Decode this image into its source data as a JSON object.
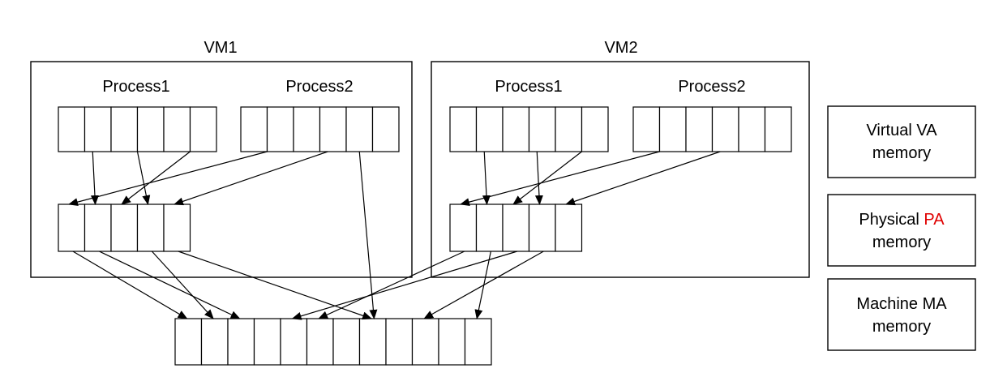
{
  "vms": [
    {
      "name": "VM1",
      "processes": [
        {
          "name": "Process1",
          "page_count": 6
        },
        {
          "name": "Process2",
          "page_count": 6
        }
      ],
      "physical_page_count": 5
    },
    {
      "name": "VM2",
      "processes": [
        {
          "name": "Process1",
          "page_count": 6
        },
        {
          "name": "Process2",
          "page_count": 6
        }
      ],
      "physical_page_count": 5
    }
  ],
  "machine_page_count": 12,
  "legend": {
    "virtual": {
      "line1": "Virtual VA",
      "line2": "memory"
    },
    "physical": {
      "line1_prefix": "Physical ",
      "line1_highlight": "PA",
      "line2": "memory",
      "highlight_color": "#e00000"
    },
    "machine": {
      "line1": "Machine MA",
      "line2": "memory"
    }
  },
  "mappings": {
    "virtual_to_physical": [
      {
        "vm": 0,
        "process": 0,
        "page": 1,
        "physical_page": 1
      },
      {
        "vm": 0,
        "process": 0,
        "page": 2,
        "physical_page": 3
      },
      {
        "vm": 0,
        "process": 0,
        "page": 4,
        "physical_page": 2
      },
      {
        "vm": 0,
        "process": 1,
        "page": 0,
        "physical_page": 0
      },
      {
        "vm": 0,
        "process": 1,
        "page": 3,
        "physical_page": 4
      },
      {
        "vm": 1,
        "process": 0,
        "page": 1,
        "physical_page": 1
      },
      {
        "vm": 1,
        "process": 0,
        "page": 3,
        "physical_page": 3
      },
      {
        "vm": 1,
        "process": 0,
        "page": 4,
        "physical_page": 2
      },
      {
        "vm": 1,
        "process": 1,
        "page": 0,
        "physical_page": 0
      },
      {
        "vm": 1,
        "process": 1,
        "page": 3,
        "physical_page": 4
      }
    ],
    "physical_to_machine": [
      {
        "vm": 0,
        "physical_page": 0,
        "machine_page": 0
      },
      {
        "vm": 0,
        "physical_page": 1,
        "machine_page": 2
      },
      {
        "vm": 0,
        "physical_page": 3,
        "machine_page": 1
      },
      {
        "vm": 0,
        "physical_page": 4,
        "machine_page": 7
      },
      {
        "vm": 1,
        "physical_page": 0,
        "machine_page": 5
      },
      {
        "vm": 1,
        "physical_page": 1,
        "machine_page": 11
      },
      {
        "vm": 1,
        "physical_page": 2,
        "machine_page": 4
      },
      {
        "vm": 1,
        "physical_page": 3,
        "machine_page": 9
      }
    ],
    "virtual_to_machine": [
      {
        "vm": 0,
        "process": 1,
        "page": 4,
        "machine_page": 7
      }
    ]
  }
}
